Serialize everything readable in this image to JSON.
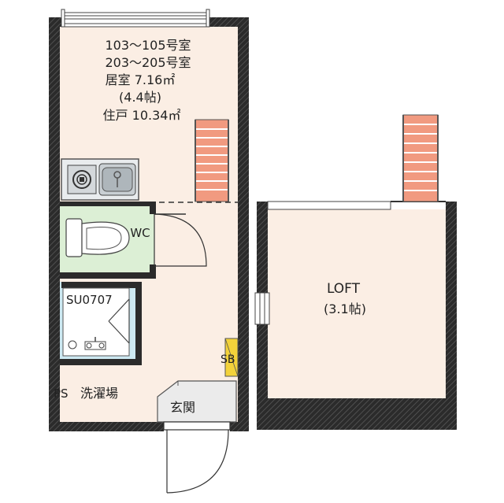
{
  "floorplan": {
    "units_line1": "103～105号室",
    "units_line2": "203～205号室",
    "room_area": "居室 7.16㎡",
    "room_tatami": "(4.4帖)",
    "unit_area": "住戸 10.34㎡",
    "wc_label": "WC",
    "bath_label": "SU0707",
    "sb_label": "SB",
    "ps_label": "PS",
    "laundry_label": "洗濯場",
    "entrance_label": "玄関",
    "loft_label": "LOFT",
    "loft_tatami": "(3.1帖)"
  },
  "colors": {
    "wall": "#2b2b2b",
    "floor": "#fbeee4",
    "toilet_room": "#dcefd5",
    "bath_floor": "#ffffff",
    "bath_trim": "#cde9f2",
    "stairs": "#f19a80",
    "shoe_box": "#f3d23a",
    "entrance_floor": "#ebebeb",
    "fixture_gray": "#c9cfd3"
  }
}
